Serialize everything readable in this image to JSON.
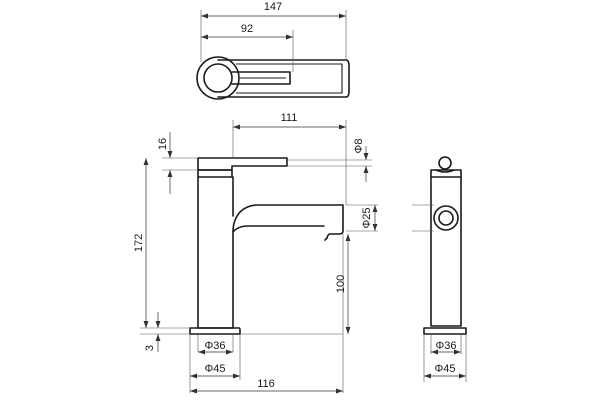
{
  "dimensions": {
    "overall_length": "147",
    "lever_to_axis": "92",
    "spout_projection": "111",
    "lever_diameter": "Φ8",
    "lever_height": "16",
    "total_height": "172",
    "spout_diameter": "Φ25",
    "spout_height": "100",
    "base_thickness": "3",
    "body_diameter_side": "Φ36",
    "base_diameter_side": "Φ45",
    "base_to_spout": "116",
    "body_diameter_end": "Φ36",
    "base_diameter_end": "Φ45"
  }
}
